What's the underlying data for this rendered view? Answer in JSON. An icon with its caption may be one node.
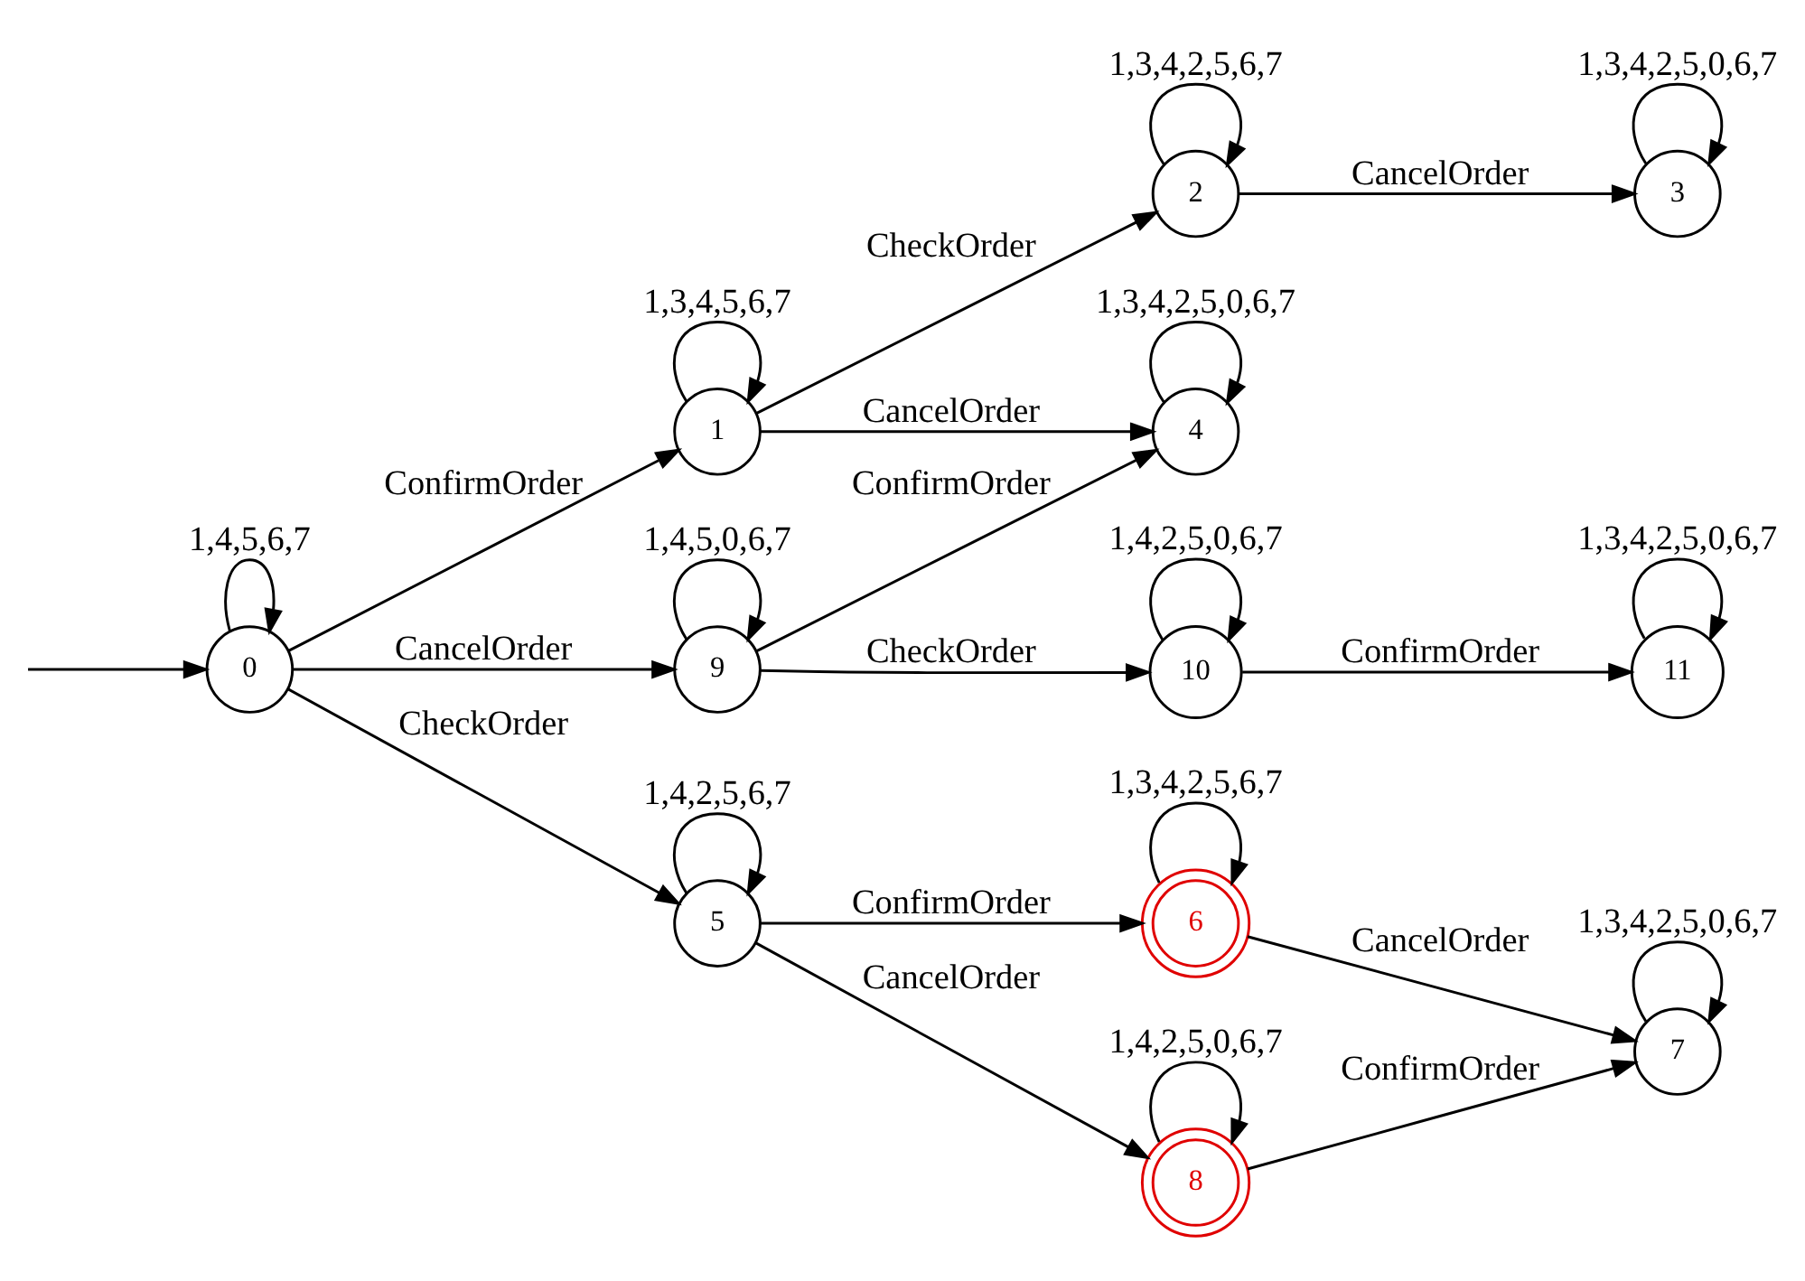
{
  "diagram": {
    "nodes": [
      {
        "text": [
          "0"
        ]
      },
      {
        "text": [
          "1"
        ]
      },
      {
        "text": [
          "2"
        ]
      },
      {
        "text": [
          "3"
        ]
      },
      {
        "text": [
          "4"
        ]
      },
      {
        "text": [
          "5"
        ]
      },
      {
        "text": [
          "6"
        ]
      },
      {
        "text": [
          "7"
        ]
      },
      {
        "text": [
          "8"
        ]
      },
      {
        "text": [
          "9"
        ]
      },
      {
        "text": [
          "10"
        ]
      },
      {
        "text": [
          "11"
        ]
      }
    ],
    "edges": [
      {
        "from": null,
        "to": 0,
        "arrow": "to"
      },
      {
        "from": 0,
        "to": 0,
        "arrow": "to",
        "label": "1,4,5,6,7"
      },
      {
        "from": 0,
        "to": 1,
        "arrow": "to",
        "label": "ConfirmOrder"
      },
      {
        "from": 0,
        "to": 9,
        "arrow": "to",
        "label": "CancelOrder"
      },
      {
        "from": 0,
        "to": 5,
        "arrow": "to",
        "label": "CheckOrder"
      },
      {
        "from": 1,
        "to": 1,
        "arrow": "to",
        "label": "1,3,4,5,6,7"
      },
      {
        "from": 1,
        "to": 2,
        "arrow": "to",
        "label": "CheckOrder"
      },
      {
        "from": 1,
        "to": 4,
        "arrow": "to",
        "label": "CancelOrder"
      },
      {
        "from": 2,
        "to": 2,
        "arrow": "to",
        "label": "1,3,4,2,5,6,7"
      },
      {
        "from": 2,
        "to": 3,
        "arrow": "to",
        "label": "CancelOrder"
      },
      {
        "from": 3,
        "to": 3,
        "arrow": "to",
        "label": "1,3,4,2,5,0,6,7"
      },
      {
        "from": 4,
        "to": 4,
        "arrow": "to",
        "label": "1,3,4,2,5,0,6,7"
      },
      {
        "from": 9,
        "to": 9,
        "arrow": "to",
        "label": "1,4,5,0,6,7"
      },
      {
        "from": 9,
        "to": 4,
        "arrow": "to",
        "label": "ConfirmOrder"
      },
      {
        "from": 9,
        "to": 10,
        "arrow": "to",
        "label": "CheckOrder"
      },
      {
        "from": 10,
        "to": 10,
        "arrow": "to",
        "label": "1,4,2,5,0,6,7"
      },
      {
        "from": 10,
        "to": 11,
        "arrow": "to",
        "label": "ConfirmOrder"
      },
      {
        "from": 11,
        "to": 11,
        "arrow": "to",
        "label": "1,3,4,2,5,0,6,7"
      },
      {
        "from": 5,
        "to": 5,
        "arrow": "to",
        "label": "1,4,2,5,6,7"
      },
      {
        "from": 5,
        "to": 6,
        "arrow": "to",
        "label": "ConfirmOrder"
      },
      {
        "from": 5,
        "to": 8,
        "arrow": "to",
        "label": "CancelOrder"
      },
      {
        "from": 6,
        "to": 6,
        "arrow": "to",
        "label": "1,3,4,2,5,6,7"
      },
      {
        "from": 6,
        "to": 7,
        "arrow": "to",
        "label": "CancelOrder"
      },
      {
        "from": 7,
        "to": 7,
        "arrow": "to",
        "label": "1,3,4,2,5,0,6,7"
      },
      {
        "from": 8,
        "to": 8,
        "arrow": "to",
        "label": "1,4,2,5,0,6,7"
      },
      {
        "from": 8,
        "to": 7,
        "arrow": "to",
        "label": "ConfirmOrder"
      }
    ]
  }
}
